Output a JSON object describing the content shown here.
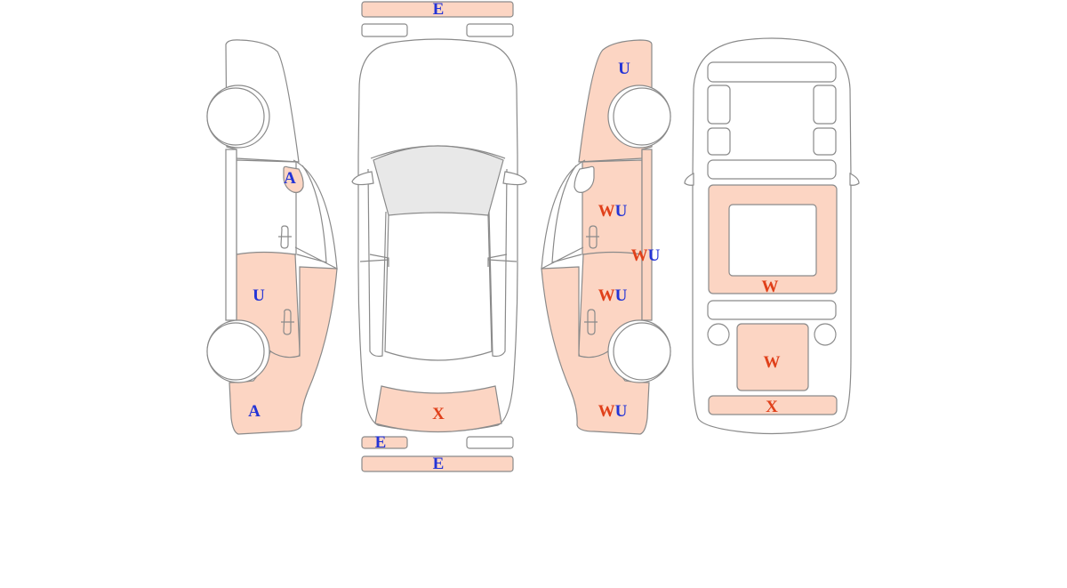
{
  "colors": {
    "damage_fill": "#fcd5c3",
    "outline": "#8a8a8a",
    "glass": "#e8e8e8",
    "code_W": "#e0401a",
    "code_X": "#e0401a",
    "code_U": "#2434d6",
    "code_A": "#2434d6",
    "code_E": "#2434d6"
  },
  "views": [
    "left-side",
    "top",
    "right-side",
    "interior"
  ],
  "labels": [
    {
      "id": "front-bumper-top",
      "parts": [
        {
          "t": "E",
          "c": "E"
        }
      ]
    },
    {
      "id": "left-mirror",
      "parts": [
        {
          "t": "A",
          "c": "A"
        }
      ]
    },
    {
      "id": "left-rear-door",
      "parts": [
        {
          "t": "U",
          "c": "U"
        }
      ]
    },
    {
      "id": "left-rear-quarter",
      "parts": [
        {
          "t": "A",
          "c": "A"
        }
      ]
    },
    {
      "id": "trunk",
      "parts": [
        {
          "t": "X",
          "c": "X"
        }
      ]
    },
    {
      "id": "rear-light-left",
      "parts": [
        {
          "t": "E",
          "c": "E"
        }
      ]
    },
    {
      "id": "rear-bumper",
      "parts": [
        {
          "t": "E",
          "c": "E"
        }
      ]
    },
    {
      "id": "right-front-fender",
      "parts": [
        {
          "t": "U",
          "c": "U"
        }
      ]
    },
    {
      "id": "right-front-door",
      "parts": [
        {
          "t": "W",
          "c": "W"
        },
        {
          "t": "U",
          "c": "U"
        }
      ]
    },
    {
      "id": "right-b-pillar",
      "parts": [
        {
          "t": "W",
          "c": "W"
        },
        {
          "t": "U",
          "c": "U"
        }
      ]
    },
    {
      "id": "right-rear-door",
      "parts": [
        {
          "t": "W",
          "c": "W"
        },
        {
          "t": "U",
          "c": "U"
        }
      ]
    },
    {
      "id": "right-rear-quarter",
      "parts": [
        {
          "t": "W",
          "c": "W"
        },
        {
          "t": "U",
          "c": "U"
        }
      ]
    },
    {
      "id": "interior-center",
      "parts": [
        {
          "t": "W",
          "c": "W"
        }
      ]
    },
    {
      "id": "interior-rear-seat",
      "parts": [
        {
          "t": "W",
          "c": "W"
        }
      ]
    },
    {
      "id": "interior-cargo",
      "parts": [
        {
          "t": "X",
          "c": "X"
        }
      ]
    }
  ]
}
